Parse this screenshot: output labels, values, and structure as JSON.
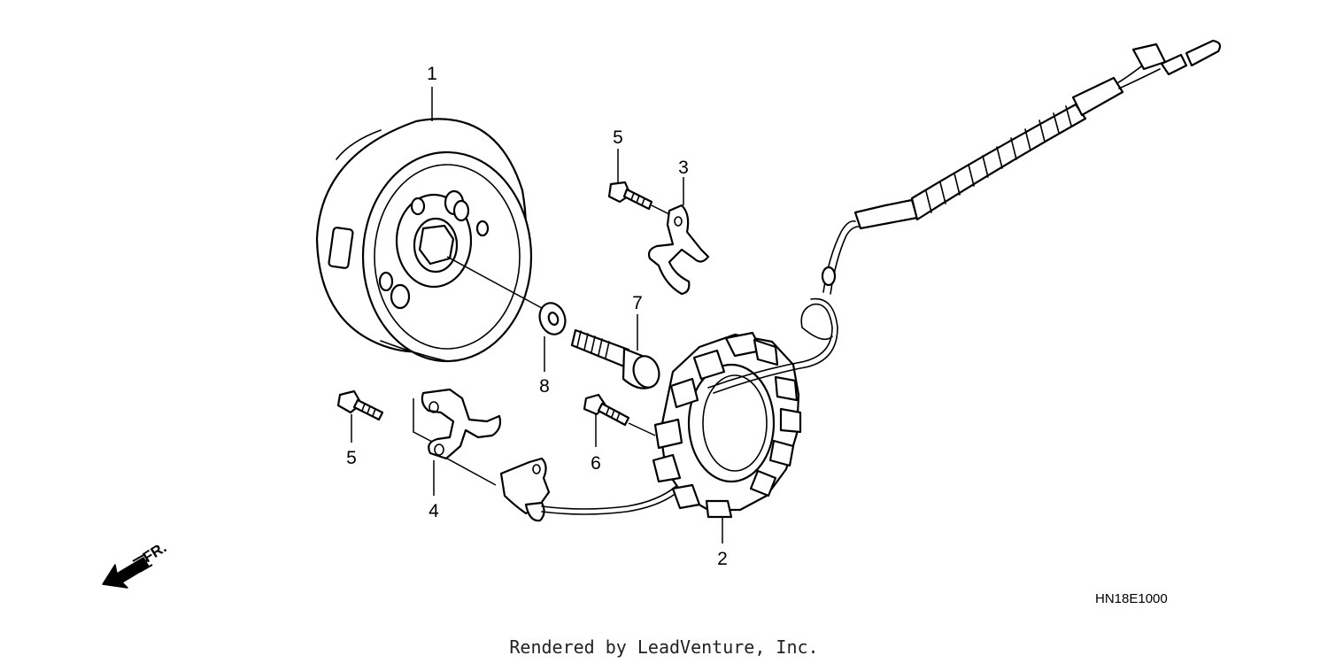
{
  "diagram": {
    "code": "HN18E1000",
    "direction_label": "FR.",
    "credit": "Rendered by LeadVenture, Inc.",
    "callouts": {
      "flywheel": "1",
      "stator": "2",
      "bracket_upper": "3",
      "bracket_lower": "4",
      "bolt_upper": "5",
      "bolt_lower": "5",
      "bolt_stator": "6",
      "flywheel_bolt": "7",
      "washer": "8"
    }
  }
}
